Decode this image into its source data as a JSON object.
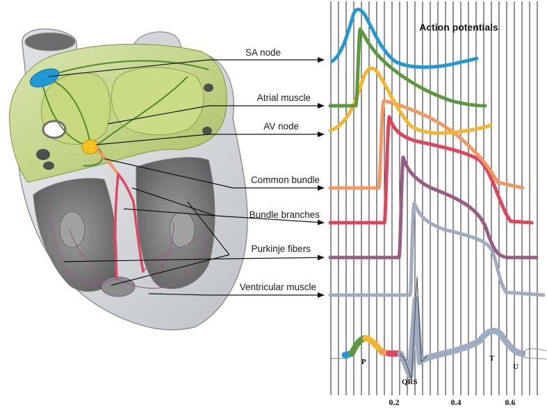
{
  "diagram": {
    "title": "Action potentials",
    "labels": [
      {
        "id": "sa-node",
        "text": "SA node",
        "color": "#1f9ad6"
      },
      {
        "id": "atrial-muscle",
        "text": "Atrial muscle",
        "color": "#5a9a3a"
      },
      {
        "id": "av-node",
        "text": "AV node",
        "color": "#f6b52c"
      },
      {
        "id": "common-bundle",
        "text": "Common bundle",
        "color": "#f39860"
      },
      {
        "id": "bundle-branches",
        "text": "Bundle branches",
        "color": "#e2455b"
      },
      {
        "id": "purkinje-fibers",
        "text": "Purkinje fibers",
        "color": "#9b5c83"
      },
      {
        "id": "ventricular-muscle",
        "text": "Ventricular muscle",
        "color": "#9eadc2"
      }
    ],
    "axis_ticks": [
      "0.2",
      "0.4",
      "0.6"
    ],
    "ecg_labels": {
      "p": "P",
      "qrs": "QRS",
      "t": "T",
      "u": "U"
    }
  }
}
